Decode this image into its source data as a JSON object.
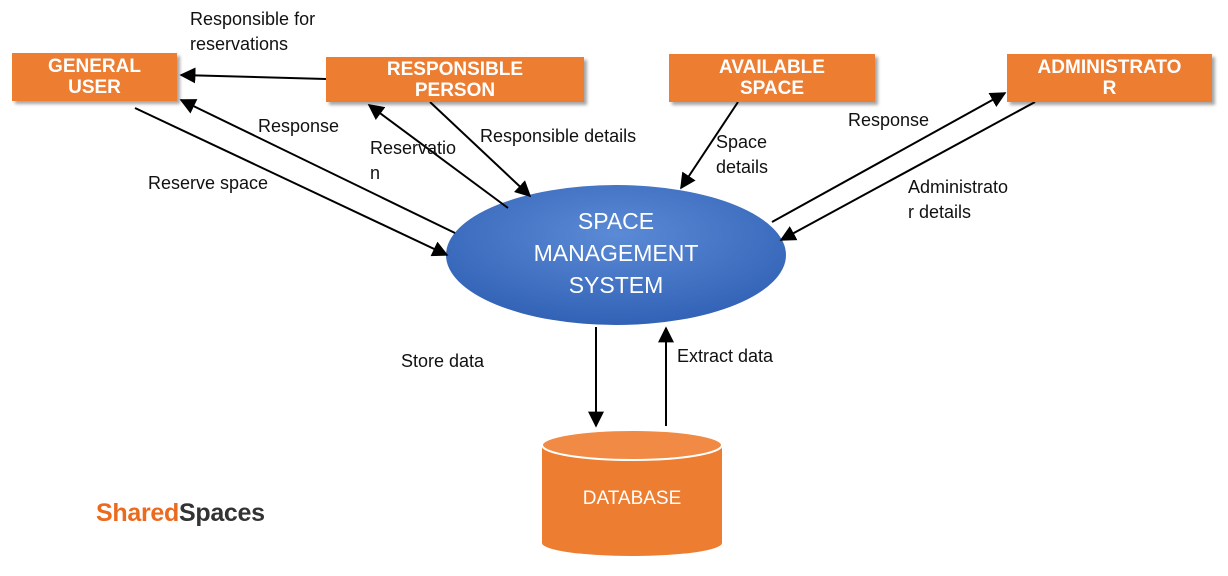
{
  "entities": {
    "general_user": "GENERAL\nUSER",
    "responsible_person": "RESPONSIBLE\nPERSON",
    "available_space": "AVAILABLE\nSPACE",
    "administrator": "ADMINISTRATO\nR"
  },
  "process": "SPACE\nMANAGEMENT\nSYSTEM",
  "datastore": "DATABASE",
  "flows": {
    "responsible_for_reservations": "Responsible for\nreservations",
    "response_user": "Response",
    "reserve_space": "Reserve space",
    "reservation": "Reservatio\nn",
    "responsible_details": "Responsible details",
    "space_details": "Space\ndetails",
    "response_admin": "Response",
    "administrator_details": "Administrato\nr details",
    "store_data": "Store data",
    "extract_data": "Extract data"
  },
  "logo": {
    "part1": "Shared",
    "part2": "Spaces"
  },
  "colors": {
    "entity": "#ed7d31",
    "process": "#4472c4",
    "datastore": "#ed7d31",
    "logo_accent": "#ec6a1e"
  }
}
